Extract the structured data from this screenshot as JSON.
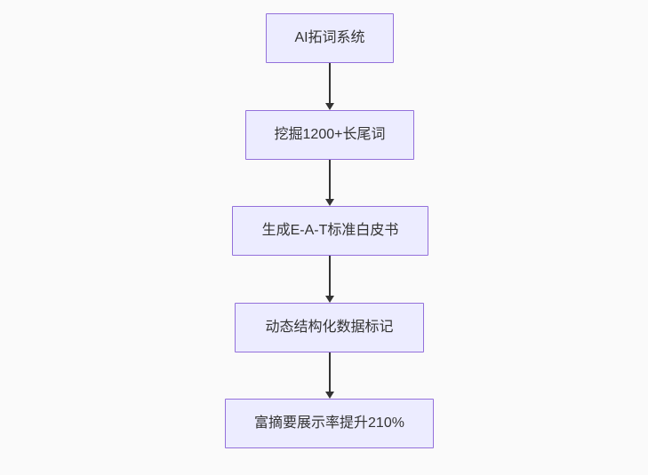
{
  "diagram": {
    "type": "flowchart",
    "direction": "top-down",
    "nodes": [
      {
        "id": "n1",
        "label": "AI拓词系统"
      },
      {
        "id": "n2",
        "label": "挖掘1200+长尾词"
      },
      {
        "id": "n3",
        "label": "生成E-A-T标准白皮书"
      },
      {
        "id": "n4",
        "label": "动态结构化数据标记"
      },
      {
        "id": "n5",
        "label": "富摘要展示率提升210%"
      }
    ],
    "edges": [
      {
        "from": "n1",
        "to": "n2"
      },
      {
        "from": "n2",
        "to": "n3"
      },
      {
        "from": "n3",
        "to": "n4"
      },
      {
        "from": "n4",
        "to": "n5"
      }
    ],
    "colors": {
      "background": "#FAFAFA",
      "node_fill": "#ECECFF",
      "node_border": "#9370DB",
      "text": "#333333",
      "arrow": "#333333"
    }
  }
}
